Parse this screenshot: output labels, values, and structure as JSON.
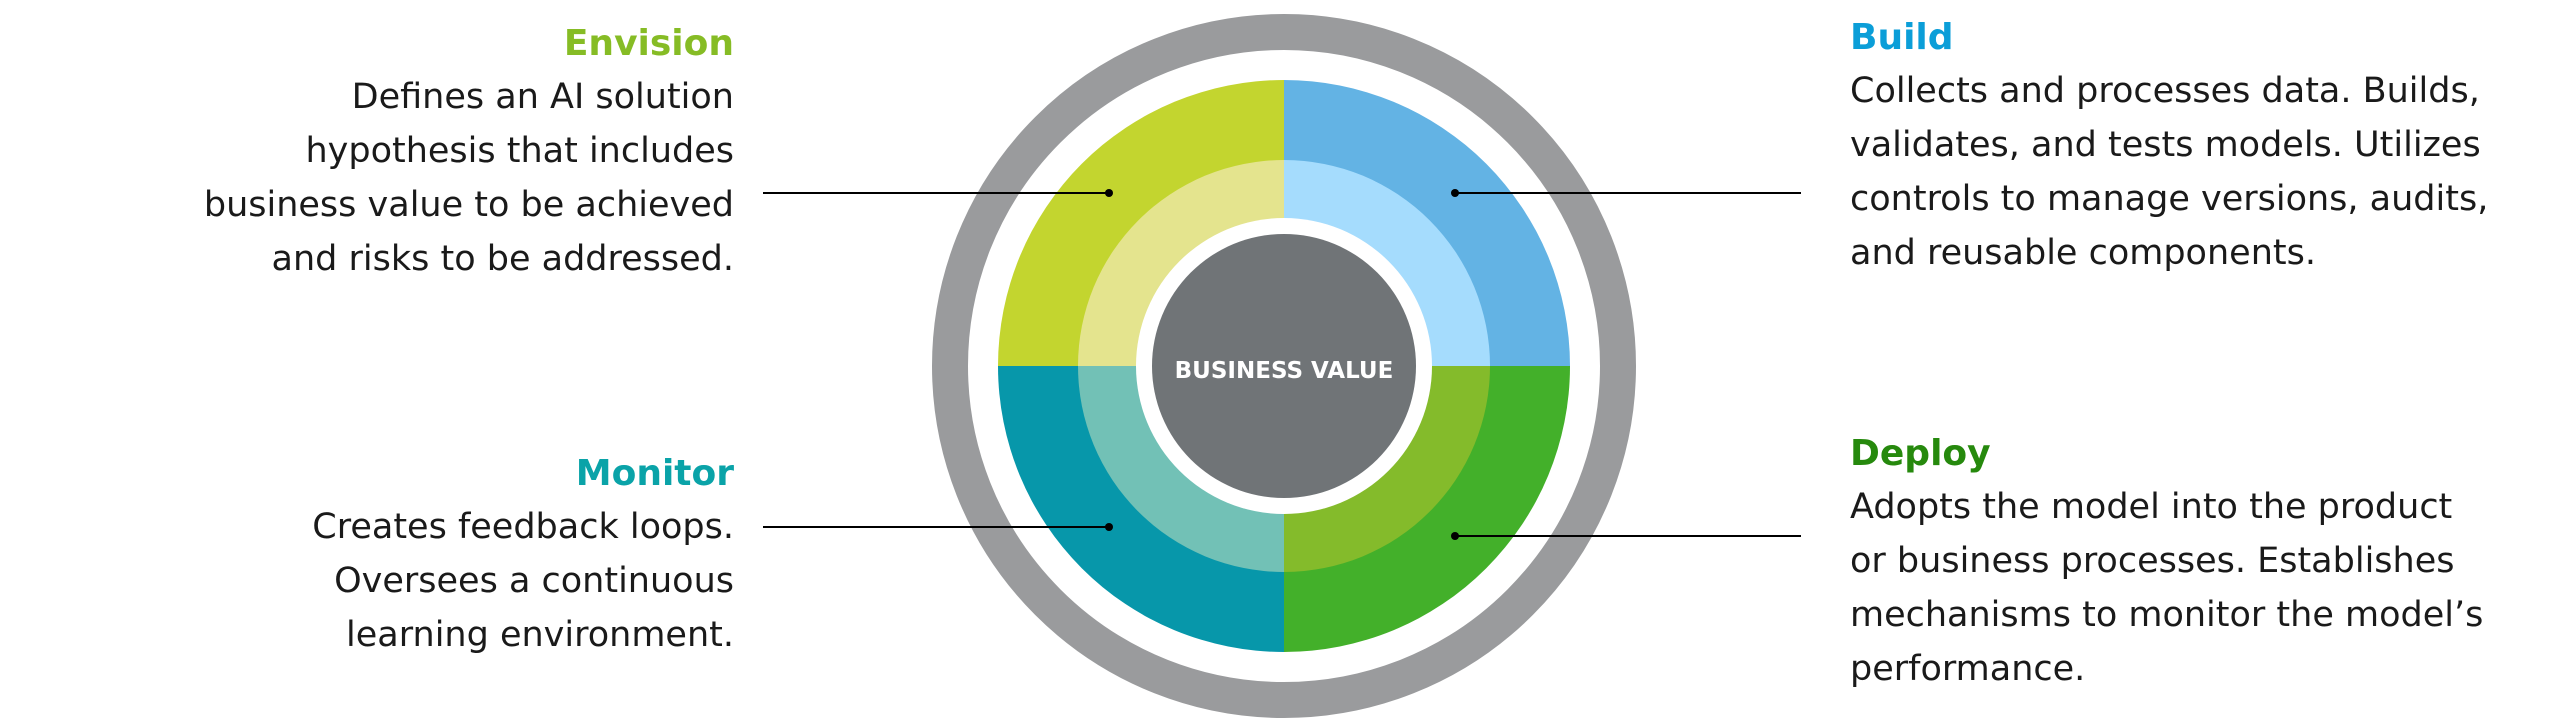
{
  "center": {
    "label": "BUSINESS VALUE"
  },
  "phases": {
    "envision": {
      "title": "Envision",
      "description": "Defines an AI solution\nhypothesis that includes\nbusiness value to be achieved\nand risks to be addressed."
    },
    "build": {
      "title": "Build",
      "description": "Collects and processes data. Builds,\nvalidates, and tests models. Utilizes\ncontrols to manage versions, audits,\nand reusable components."
    },
    "monitor": {
      "title": "Monitor",
      "description": "Creates feedback loops.\nOversees a continuous\nlearning environment."
    },
    "deploy": {
      "title": "Deploy",
      "description": "Adopts the model into the product\nor business processes. Establishes\nmechanisms to monitor the model’s\nperformance."
    }
  },
  "colors": {
    "outer_ring": "#9a9b9d",
    "center_circle": "#707477",
    "envision_outer": "#c3d52f",
    "envision_inner": "#e4e48e",
    "envision_title": "#86bc25",
    "build_outer": "#63b3e4",
    "build_inner": "#a5dcfd",
    "build_title": "#0b9ed8",
    "monitor_outer": "#0797aa",
    "monitor_inner": "#72c1b6",
    "monitor_title": "#0aa3a8",
    "deploy_outer": "#43b02a",
    "deploy_inner": "#84bb2b",
    "deploy_title": "#26890d",
    "connector": "#000000"
  }
}
